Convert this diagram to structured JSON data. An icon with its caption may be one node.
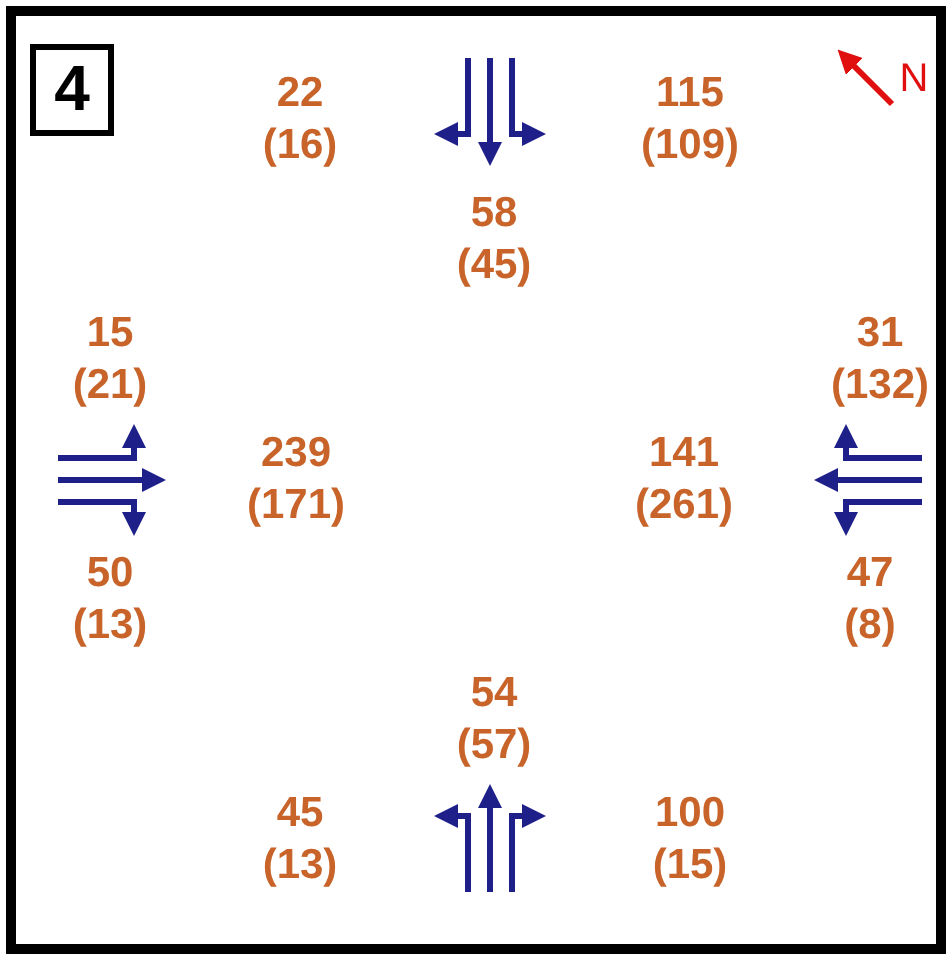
{
  "diagram": {
    "labels": [
      "4",
      "22 (16)",
      "115 (109)",
      "N",
      "58 (45)",
      "15 (21)",
      "31 (132)",
      "239 (171)",
      "141 (261)",
      "50 (13)",
      "47 (8)",
      "54 (57)",
      "45 (13)",
      "100 (15)"
    ]
  }
}
